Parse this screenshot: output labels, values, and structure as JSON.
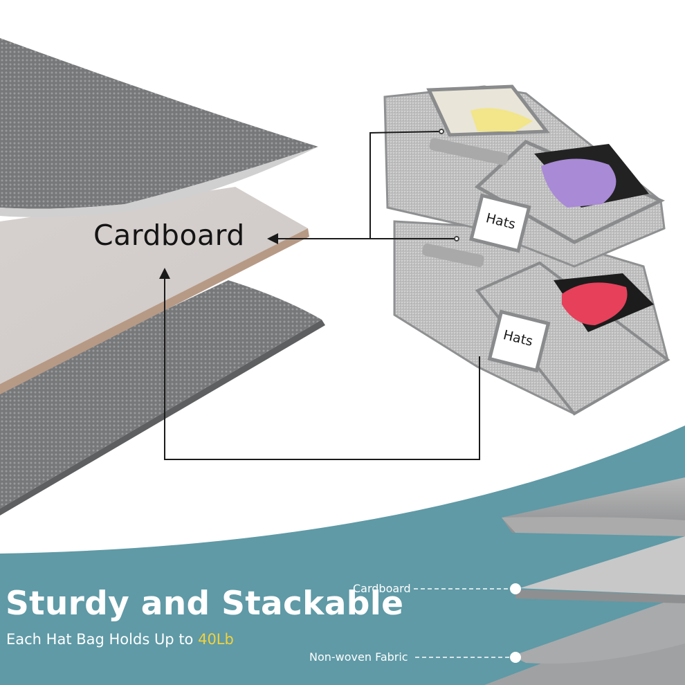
{
  "callout": {
    "main_label": "Cardboard"
  },
  "box_labels": {
    "top": "Hats",
    "bottom": "Hats"
  },
  "banner": {
    "headline": "Sturdy and Stackable",
    "subline_prefix": "Each Hat Bag Holds Up to ",
    "subline_highlight": "40Lb"
  },
  "layers": {
    "cardboard": "Cardboard",
    "fabric": "Non-woven Fabric"
  },
  "colors": {
    "teal": "#5f9aa6",
    "highlight": "#f2d23c",
    "fabric_gray": "#8a8b8d",
    "cardboard": "#d9c7bd"
  }
}
